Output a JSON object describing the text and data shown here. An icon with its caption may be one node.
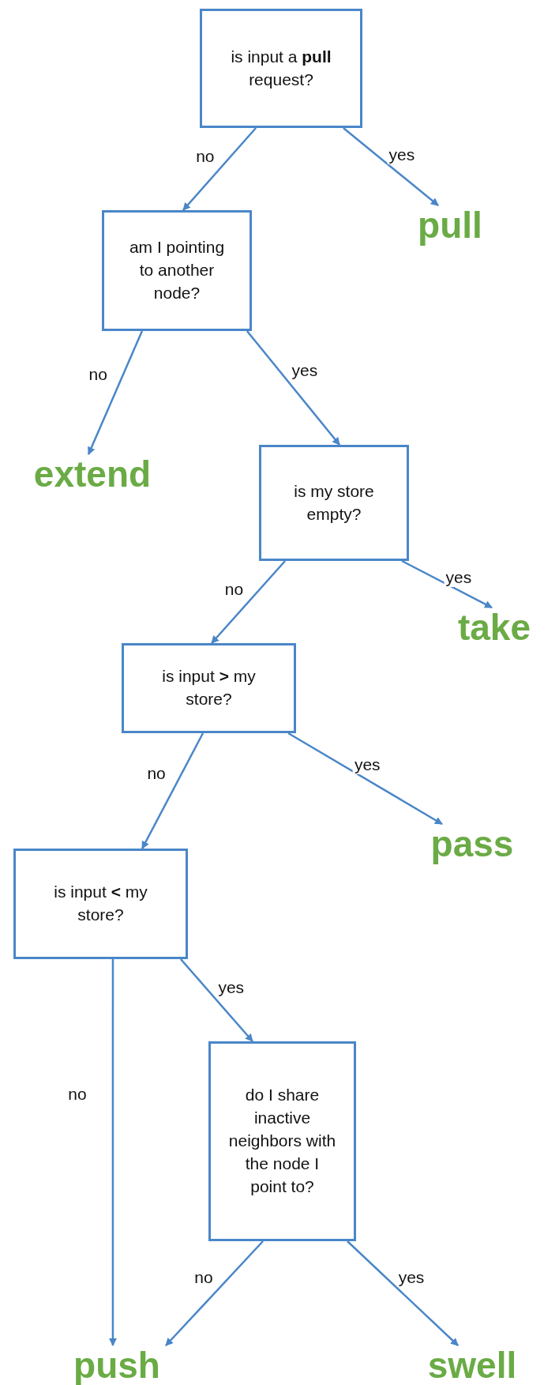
{
  "diagram": {
    "nodes": [
      {
        "text": [
          "is input a **pull** request?"
        ]
      },
      {
        "text": [
          "pull"
        ]
      },
      {
        "text": [
          "am I pointing to another node?"
        ]
      },
      {
        "text": [
          "extend"
        ]
      },
      {
        "text": [
          "is my store empty?"
        ]
      },
      {
        "text": [
          "take"
        ]
      },
      {
        "text": [
          "is input **>** my store?"
        ]
      },
      {
        "text": [
          "pass"
        ]
      },
      {
        "text": [
          "is input **<** my store?"
        ]
      },
      {
        "text": [
          "do I share inactive neighbors with the node I point to?"
        ]
      },
      {
        "text": [
          "push"
        ]
      },
      {
        "text": [
          "swell"
        ]
      }
    ],
    "edges": [
      {
        "from": 0,
        "to": 2,
        "arrow": "to",
        "label": "no"
      },
      {
        "from": 0,
        "to": 1,
        "arrow": "to",
        "label": "yes"
      },
      {
        "from": 2,
        "to": 3,
        "arrow": "to",
        "label": "no"
      },
      {
        "from": 2,
        "to": 4,
        "arrow": "to",
        "label": "yes"
      },
      {
        "from": 4,
        "to": 6,
        "arrow": "to",
        "label": "no"
      },
      {
        "from": 4,
        "to": 5,
        "arrow": "to",
        "label": "yes"
      },
      {
        "from": 6,
        "to": 8,
        "arrow": "to",
        "label": "no"
      },
      {
        "from": 6,
        "to": 7,
        "arrow": "to",
        "label": "yes"
      },
      {
        "from": 8,
        "to": 10,
        "arrow": "to",
        "label": "no"
      },
      {
        "from": 8,
        "to": 9,
        "arrow": "to",
        "label": "yes"
      },
      {
        "from": 9,
        "to": 10,
        "arrow": "to",
        "label": "no"
      },
      {
        "from": 9,
        "to": 11,
        "arrow": "to",
        "label": "yes"
      }
    ]
  }
}
